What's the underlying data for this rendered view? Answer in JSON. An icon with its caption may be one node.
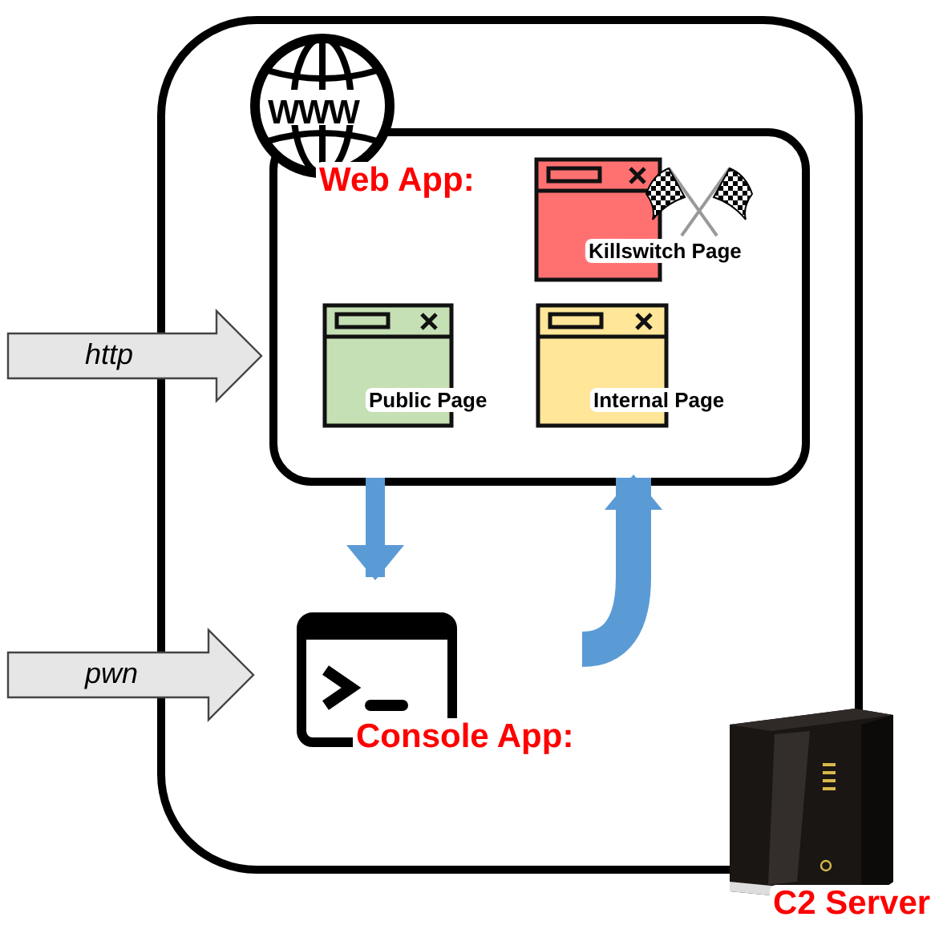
{
  "diagram": {
    "nodes": [
      {
        "text": [
          "C2 Server"
        ]
      },
      {
        "text": [
          "Web App:"
        ],
        "in": 0
      },
      {
        "text": [
          "Killswitch Page"
        ],
        "in": 1
      },
      {
        "text": [
          "Public Page"
        ],
        "in": 1
      },
      {
        "text": [
          "Internal Page"
        ],
        "in": 1
      },
      {
        "text": [
          "Console App:"
        ],
        "in": 0
      }
    ],
    "edges": [
      {
        "from": null,
        "to": 1,
        "arrow": "to",
        "label": "http",
        "color": "#e6e6e6"
      },
      {
        "from": null,
        "to": 5,
        "arrow": "to",
        "label": "pwn",
        "color": "#e6e6e6"
      },
      {
        "from": 1,
        "to": 5,
        "arrow": "to",
        "color": "#5b9bd5"
      },
      {
        "from": 5,
        "to": 1,
        "arrow": "to",
        "style": "thick",
        "color": "#5b9bd5"
      }
    ],
    "labels": [
      "WWW"
    ]
  }
}
